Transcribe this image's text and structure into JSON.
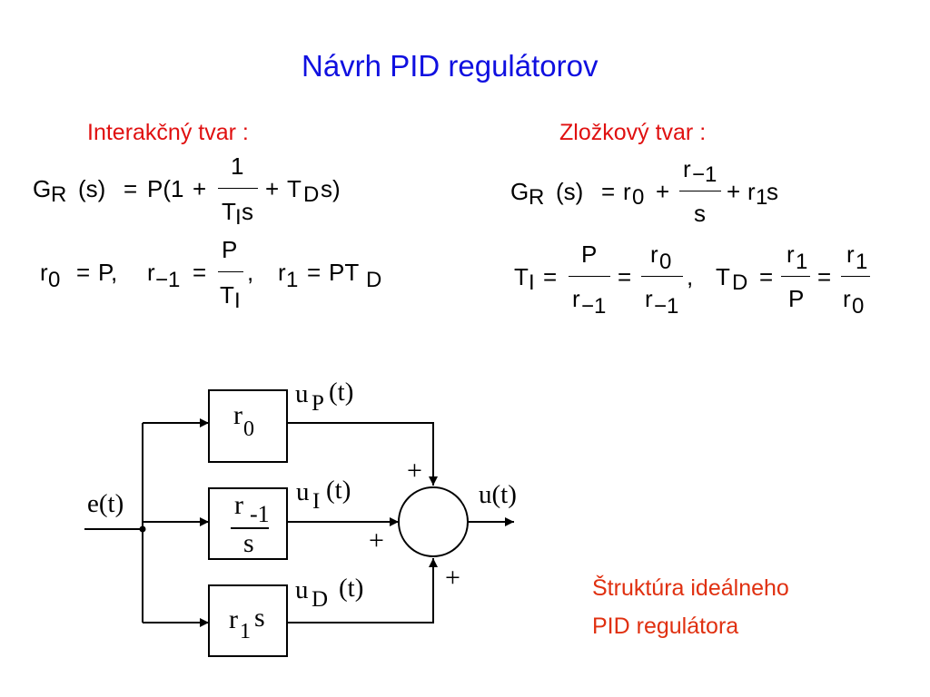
{
  "title": "Návrh PID regulátorov",
  "headings": {
    "interactive": "Interakčný tvar :",
    "component": "Zložkový tvar :"
  },
  "colors": {
    "title": "#1010e0",
    "heading": "#e01010",
    "caption": "#e03010",
    "ink": "#000000"
  },
  "eq_left_1": {
    "G": "G",
    "R": "R",
    "s_arg": "(s)",
    "eq": "=",
    "P_open": "P(1",
    "plus1": "+",
    "num": "1",
    "T": "T",
    "I": "I",
    "s": "s",
    "plus2": "+",
    "TD": "T",
    "D": "D",
    "s_close": "s)"
  },
  "eq_left_2": {
    "r0": "r",
    "r0_sub": "0",
    "eq1": "=",
    "P": "P,",
    "rm1": "r",
    "rm1_sub": "−1",
    "eq2": "=",
    "num": "P",
    "T": "T",
    "I": "I",
    "comma": ",",
    "r1": "r",
    "r1_sub": "1",
    "eq3": "=",
    "PT": "PT",
    "D": "D"
  },
  "eq_right_1": {
    "G": "G",
    "R": "R",
    "s_arg": "(s)",
    "eq": "=",
    "r0": "r",
    "r0_sub": "0",
    "plus1": "+",
    "num_r": "r",
    "num_sub": "−1",
    "den": "s",
    "plus2": "+",
    "r1": "r",
    "r1_sub": "1",
    "s": "s"
  },
  "eq_right_2": {
    "T": "T",
    "I": "I",
    "eq1": "=",
    "f1_num": "P",
    "f1_den_r": "r",
    "f1_den_sub": "−1",
    "eq2": "=",
    "f2_num_r": "r",
    "f2_num_sub": "0",
    "f2_den_r": "r",
    "f2_den_sub": "−1",
    "comma": ",",
    "TD": "T",
    "D": "D",
    "eq3": "=",
    "f3_num_r": "r",
    "f3_num_sub": "1",
    "f3_den": "P",
    "eq4": "=",
    "f4_num_r": "r",
    "f4_num_sub": "1",
    "f4_den_r": "r",
    "f4_den_sub": "0"
  },
  "diagram": {
    "input": "e(t)",
    "output": "u(t)",
    "block_p": {
      "r": "r",
      "sub": "0"
    },
    "block_i": {
      "num_r": "r",
      "num_sub": "-1",
      "den": "s"
    },
    "block_d": {
      "r": "r",
      "sub": "1",
      "s": "s"
    },
    "signal_p": {
      "u": "u",
      "sub": "P",
      "t": "(t)"
    },
    "signal_i": {
      "u": "u",
      "sub": "I",
      "t": "(t)"
    },
    "signal_d": {
      "u": "u",
      "sub": "D",
      "t": "(t)"
    },
    "sign_top": "+",
    "sign_mid": "+",
    "sign_bottom": "+"
  },
  "caption": {
    "line1": "Štruktúra ideálneho",
    "line2": "PID regulátora"
  }
}
